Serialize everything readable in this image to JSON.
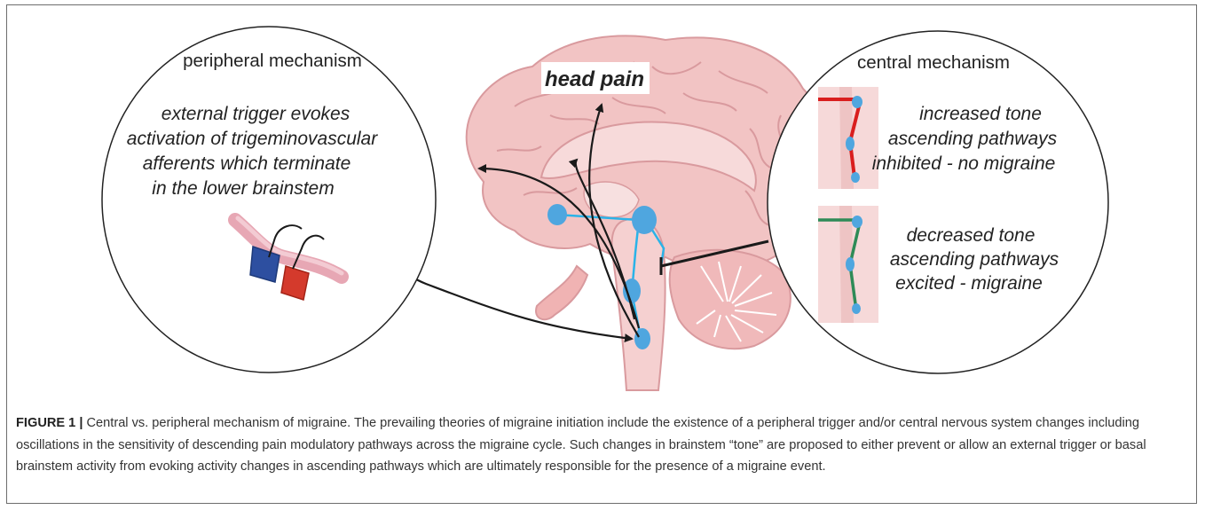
{
  "figure": {
    "left_circle": {
      "title": "peripheral mechanism",
      "lines": [
        "external trigger evokes",
        "activation of trigeminovascular",
        "afferents which terminate",
        "in the lower brainstem"
      ]
    },
    "center": {
      "label": "head pain"
    },
    "right_circle": {
      "title": "central mechanism",
      "increased": [
        "increased tone",
        "ascending pathways",
        "inhibited - no migraine"
      ],
      "decreased": [
        "decreased tone",
        "ascending pathways",
        "excited - migraine"
      ]
    }
  },
  "caption": {
    "label": "FIGURE 1 |",
    "text": " Central vs. peripheral mechanism of migraine. The prevailing theories of migraine initiation include the existence of a peripheral trigger and/or central nervous system changes including oscillations in the sensitivity of descending pain modulatory pathways across the migraine cycle. Such changes in brainstem “tone” are proposed to either prevent or allow an external trigger or basal brainstem activity from evoking activity changes in ascending pathways which are ultimately responsible for the presence of a migraine event."
  },
  "colors": {
    "brain": "#f2c4c4",
    "brain_outline": "#d99a9e",
    "nucleus": "#4fa6df",
    "pathway": "#2ab3e8",
    "arrow": "#1a1a1a",
    "red_pathway": "#d91e1e",
    "green_pathway": "#2e8b57"
  }
}
